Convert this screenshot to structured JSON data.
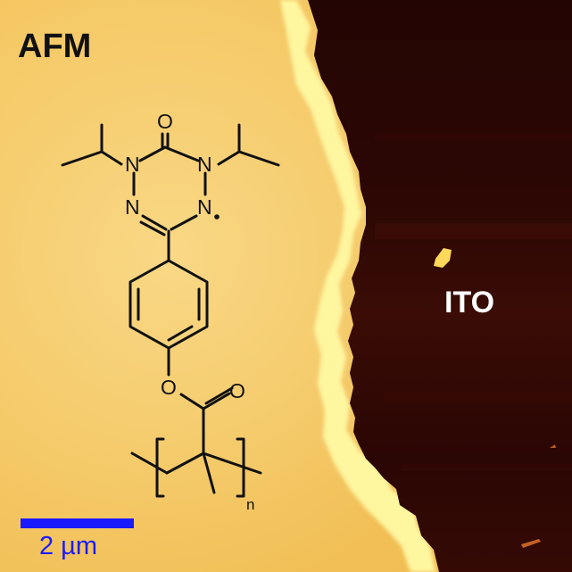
{
  "labels": {
    "afm": "AFM",
    "ito": "ITO",
    "scale_bar": "2 µm"
  },
  "structure_atoms": {
    "oxygen_carbonyl": "O",
    "nitrogen_left": "N",
    "nitrogen_right": "N",
    "nitrogen_lower_left": "N",
    "nitrogen_lower_right": "N",
    "oxygen_ester_link": "O",
    "oxygen_ester_carbonyl": "O",
    "repeat_subscript": "n"
  },
  "colors": {
    "film": "#f2c25a",
    "substrate": "#2a0705",
    "edge_highlight": "#fffbb0",
    "scale_bar": "#1a1aff",
    "label_dark": "#111111",
    "label_light": "#ffffff"
  }
}
